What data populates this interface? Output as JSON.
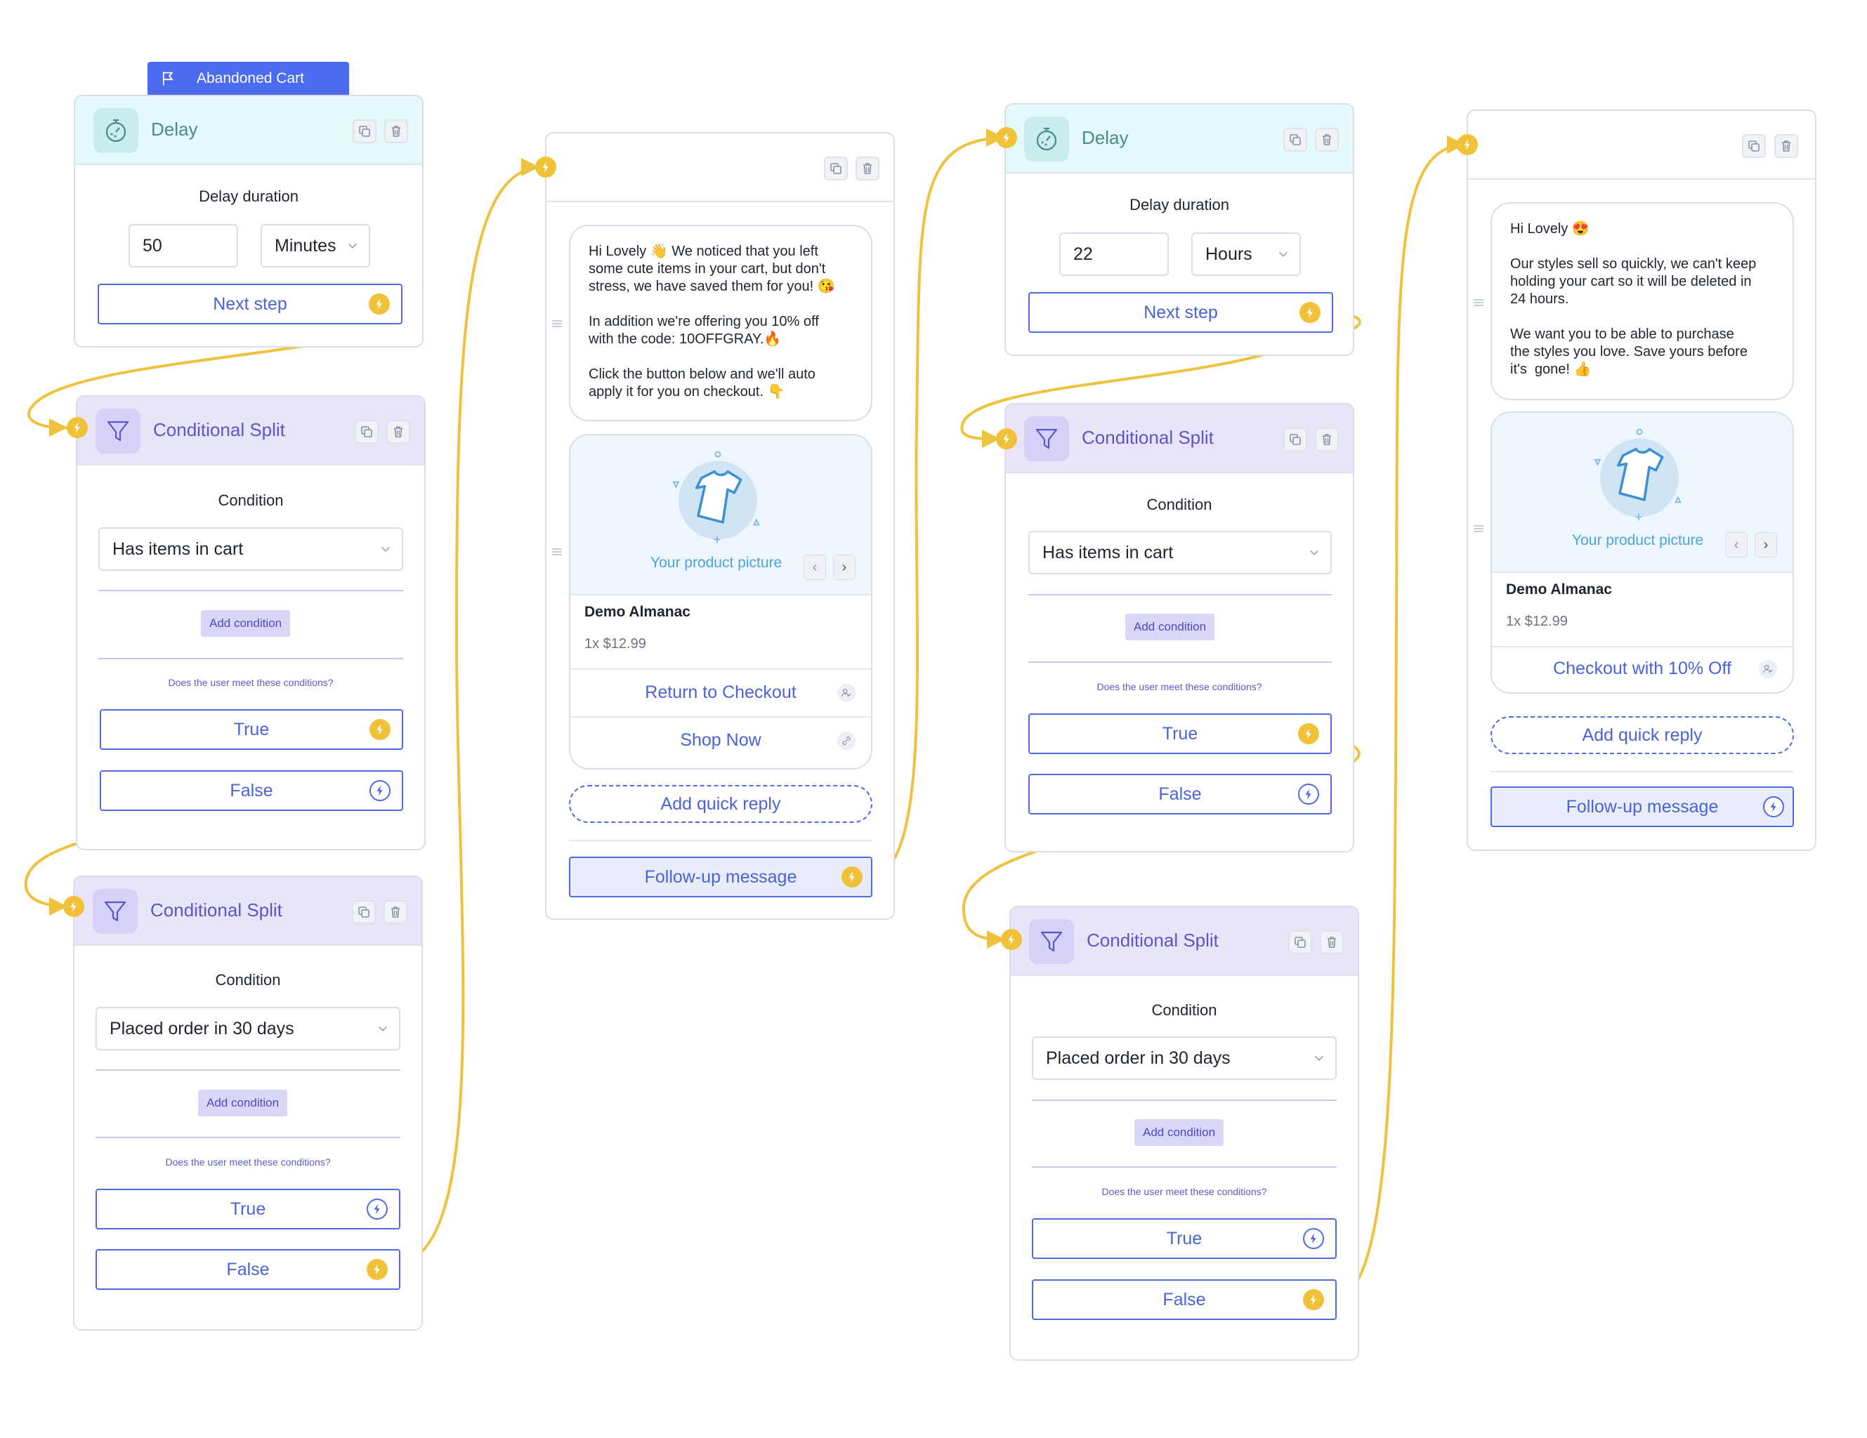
{
  "colors": {
    "accent": "#4f6be0",
    "bolt": "#f0c23a",
    "delay_header": "#e4f9f9",
    "split_header": "#e8e5fb",
    "connector": "#eec23f"
  },
  "trigger": {
    "label": "Abandoned Cart"
  },
  "delay1": {
    "title": "Delay",
    "duration_label": "Delay duration",
    "value": "50",
    "unit": "Minutes",
    "next_label": "Next step"
  },
  "split1": {
    "title": "Conditional Split",
    "condition_label": "Condition",
    "condition": "Has items in cart",
    "add_condition": "Add condition",
    "question": "Does the user meet these conditions?",
    "true_label": "True",
    "false_label": "False"
  },
  "split2": {
    "title": "Conditional Split",
    "condition_label": "Condition",
    "condition": "Placed order in 30 days",
    "add_condition": "Add condition",
    "question": "Does the user meet these conditions?",
    "true_label": "True",
    "false_label": "False"
  },
  "message1": {
    "text": "Hi Lovely 👋 We noticed that you left\nsome cute items in your cart, but don't\nstress, we have saved them for you! 😘\n\nIn addition we're offering you 10% off\nwith the code: 10OFFGRAY.🔥\n\nClick the button below and we'll auto\napply it for you on checkout. 👇",
    "picture_label": "Your product picture",
    "product_name": "Demo Almanac",
    "product_price": "1x $12.99",
    "button1": "Return to Checkout",
    "button2": "Shop Now",
    "quick_reply": "Add quick reply",
    "follow_up": "Follow-up message"
  },
  "delay2": {
    "title": "Delay",
    "duration_label": "Delay duration",
    "value": "22",
    "unit": "Hours",
    "next_label": "Next step"
  },
  "split3": {
    "title": "Conditional Split",
    "condition_label": "Condition",
    "condition": "Has items in cart",
    "add_condition": "Add condition",
    "question": "Does the user meet these conditions?",
    "true_label": "True",
    "false_label": "False"
  },
  "split4": {
    "title": "Conditional Split",
    "condition_label": "Condition",
    "condition": "Placed order in 30 days",
    "add_condition": "Add condition",
    "question": "Does the user meet these conditions?",
    "true_label": "True",
    "false_label": "False"
  },
  "message2": {
    "text": "Hi Lovely 😍\n\nOur styles sell so quickly, we can't keep\nholding your cart so it will be deleted in\n24 hours.\n\nWe want you to be able to purchase\nthe styles you love. Save yours before\nit's  gone! 👍",
    "picture_label": "Your product picture",
    "product_name": "Demo Almanac",
    "product_price": "1x $12.99",
    "button1": "Checkout with 10% Off",
    "quick_reply": "Add quick reply",
    "follow_up": "Follow-up message"
  }
}
